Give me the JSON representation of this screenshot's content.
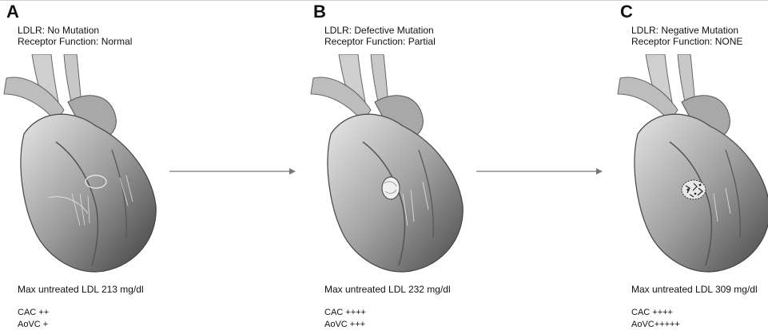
{
  "panels": [
    {
      "letter": "A",
      "line1": "LDLR: No Mutation",
      "line2": "Receptor Function: Normal",
      "ldl": "Max untreated LDL 213 mg/dl",
      "cac": "CAC ++",
      "aovc": "AoVC +"
    },
    {
      "letter": "B",
      "line1": "LDLR: Defective Mutation",
      "line2": "Receptor Function: Partial",
      "ldl": "Max untreated LDL 232 mg/dl",
      "cac": "CAC ++++",
      "aovc": "AoVC +++"
    },
    {
      "letter": "C",
      "line1": "LDLR: Negative Mutation",
      "line2": "Receptor Function: NONE",
      "ldl": "Max untreated LDL 309 mg/dl",
      "cac": "CAC ++++",
      "aovc": "AoVC+++++"
    }
  ],
  "colors": {
    "heart_light": "#d9d9d9",
    "heart_mid": "#9a9a9a",
    "heart_dark": "#4a4a4a",
    "arrow": "#777777"
  }
}
